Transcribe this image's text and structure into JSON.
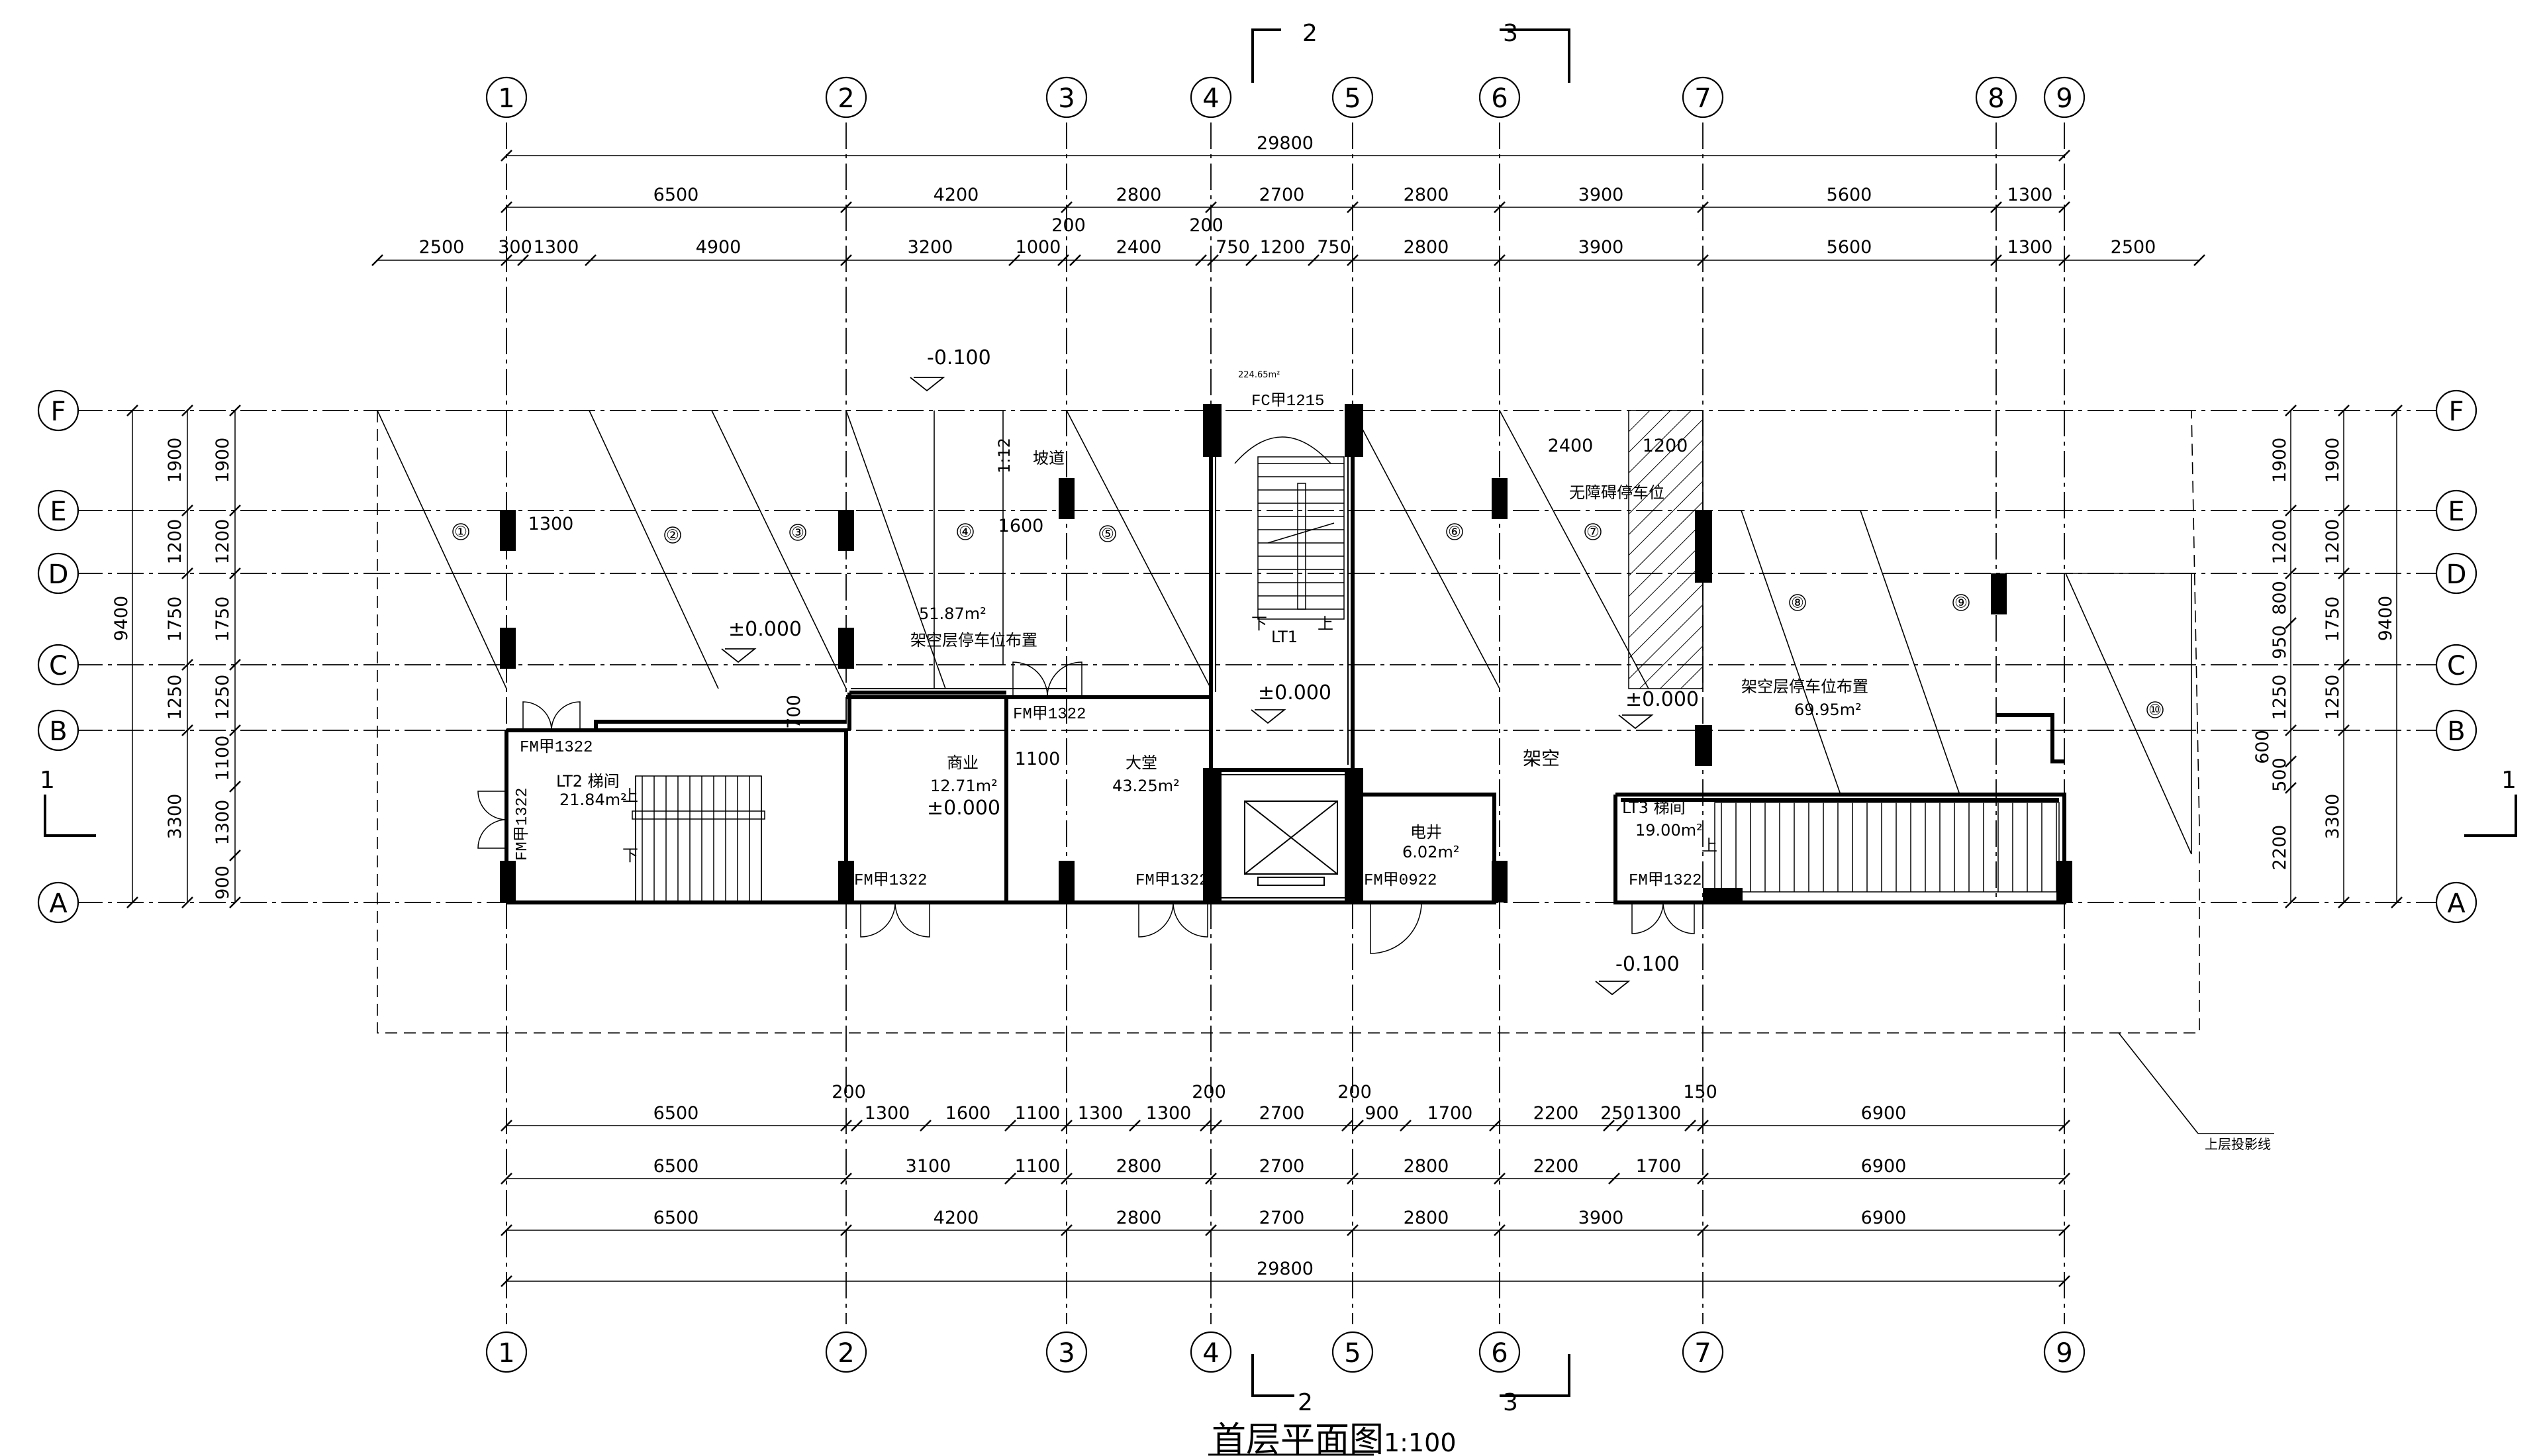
{
  "drawing": {
    "title": "首层平面图",
    "scale": "1:100"
  },
  "axes": {
    "columns": [
      "1",
      "2",
      "3",
      "4",
      "5",
      "6",
      "7",
      "8",
      "9"
    ],
    "rows": [
      "F",
      "E",
      "D",
      "C",
      "B",
      "A"
    ]
  },
  "dimensions": {
    "top_total": "29800",
    "top_row1": [
      "6500",
      "4200",
      "2800",
      "2700",
      "2800",
      "3900",
      "5600",
      "1300"
    ],
    "top_row2": [
      "2500",
      "300",
      "1300",
      "4900",
      "3200",
      "1000",
      "200",
      "2400",
      "200",
      "750",
      "1200",
      "750",
      "2800",
      "3900",
      "5600",
      "1300",
      "2500"
    ],
    "bottom_row1": [
      "6500",
      "200",
      "1300",
      "1600",
      "1100",
      "1300",
      "1300",
      "200",
      "2700",
      "200",
      "900",
      "1700",
      "2200",
      "250",
      "1300",
      "150",
      "6900"
    ],
    "bottom_row2": [
      "6500",
      "3100",
      "1100",
      "2800",
      "2700",
      "2800",
      "2200",
      "1700",
      "6900"
    ],
    "bottom_row3": [
      "6500",
      "4200",
      "2800",
      "2700",
      "2800",
      "3900",
      "6900"
    ],
    "bottom_total": "29800",
    "left_outer": [
      "1900",
      "1200",
      "1750",
      "1250",
      "1100",
      "1300",
      "900"
    ],
    "left_mid": [
      "1900",
      "1200",
      "1750",
      "1250",
      "3300"
    ],
    "left_total": "9400",
    "right_inner": [
      "1900",
      "1200",
      "800",
      "950",
      "1250",
      "600",
      "500",
      "2200"
    ],
    "right_mid": [
      "1900",
      "1200",
      "1750",
      "1250",
      "3300"
    ],
    "right_total": "9400",
    "inner": [
      "1300",
      "1600",
      "700",
      "1100",
      "2400",
      "1200"
    ]
  },
  "rooms": {
    "lt2_name": "LT2 梯间",
    "lt2_area": "21.84m²",
    "shop_name": "商业",
    "shop_area": "12.71m²",
    "shop_level": "±0.000",
    "lobby_name": "大堂",
    "lobby_area": "43.25m²",
    "shaft_name": "电井",
    "shaft_area": "6.02m²",
    "lt3_name": "LT3 梯间",
    "lt3_area": "19.00m²",
    "lt1_name": "LT1",
    "open_area": "架空",
    "parking_left_area": "51.87m²",
    "parking_left_label": "架空层停车位布置",
    "parking_right_label": "架空层停车位布置",
    "parking_right_area": "69.95m²",
    "accessible_label": "无障碍停车位",
    "ramp_label": "坡道",
    "slope": "1:12",
    "top_area_note": "224.65m²"
  },
  "levels": [
    "-0.100",
    "±0.000",
    "±0.000",
    "±0.000",
    "-0.100"
  ],
  "doors": [
    "FM甲1322",
    "FM甲1322",
    "FM甲1322",
    "FM甲1322",
    "FM甲1322",
    "FM甲1322",
    "FM甲0922",
    "FC甲1215"
  ],
  "stairs": {
    "up": "上",
    "down": "下"
  },
  "parking_numbers": [
    "①",
    "②",
    "③",
    "④",
    "⑤",
    "⑥",
    "⑦",
    "⑧",
    "⑨",
    "⑩"
  ],
  "sections": {
    "s1": "1",
    "s2": "2",
    "s3": "3"
  },
  "leader_note": "上层投影线"
}
